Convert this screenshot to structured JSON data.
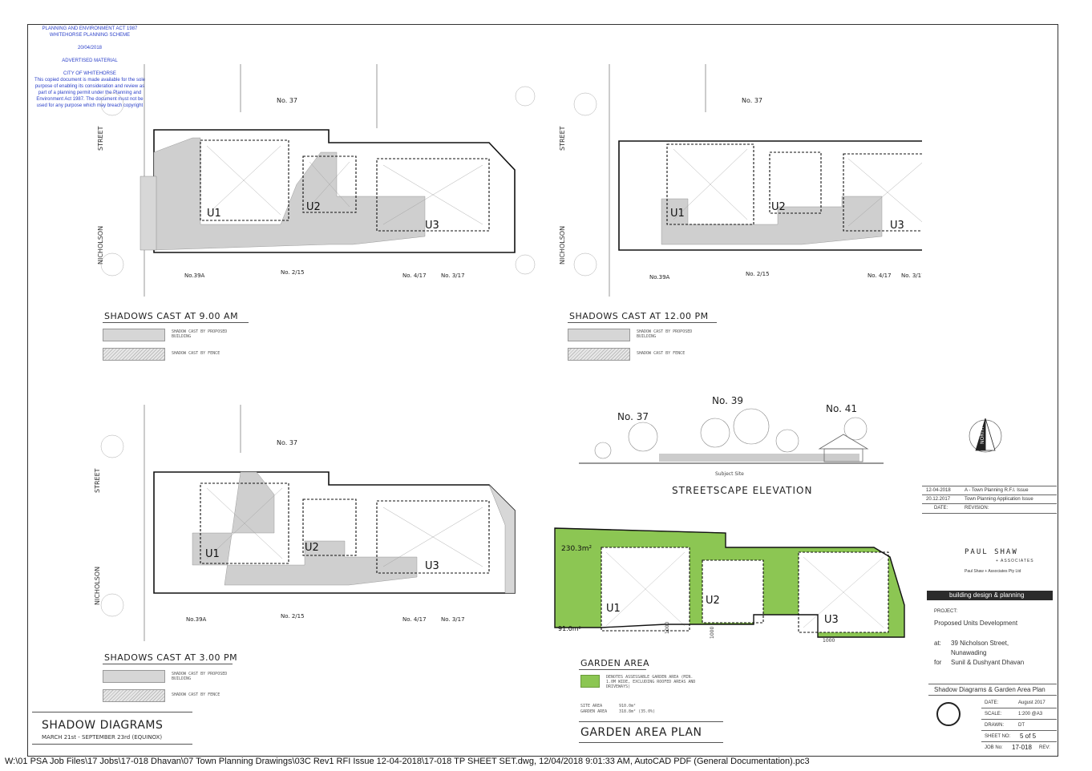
{
  "stamp": {
    "lines": [
      "PLANNING AND ENVIRONMENT ACT 1987",
      "WHITEHORSE PLANNING SCHEME",
      "",
      "20/04/2018",
      "",
      "ADVERTISED MATERIAL",
      "",
      "CITY OF WHITEHORSE",
      "This copied document is made available for the sole",
      "purpose of enabling its consideration and review as",
      "part of a planning permit under the Planning and",
      "Environment Act 1987. The document must not be",
      "used for any purpose which may breach copyright"
    ]
  },
  "plans": [
    {
      "title": "SHADOWS CAST AT 9.00 AM",
      "legend_shadow": "SHADOW CAST BY PROPOSED BUILDING",
      "legend_fence": "SHADOW CAST BY FENCE"
    },
    {
      "title": "SHADOWS CAST AT 12.00 PM",
      "legend_shadow": "SHADOW CAST BY PROPOSED BUILDING",
      "legend_fence": "SHADOW CAST BY FENCE"
    },
    {
      "title": "SHADOWS CAST AT 3.00 PM",
      "legend_shadow": "SHADOW CAST BY PROPOSED BUILDING",
      "legend_fence": "SHADOW CAST BY FENCE"
    }
  ],
  "site_labels": {
    "street_top": "STREET",
    "street_bottom": "NICHOLSON",
    "no37": "No. 37",
    "no39a": "No.39A",
    "no2_15": "No. 2/15",
    "no4_17": "No. 4/17",
    "no3_17": "No. 3/17",
    "u1": "U1",
    "u2": "U2",
    "u3": "U3"
  },
  "streetscape": {
    "title": "STREETSCAPE ELEVATION",
    "no37": "No. 37",
    "no39": "No. 39",
    "no41": "No. 41",
    "subject_site": "Subject Site"
  },
  "garden_plan": {
    "title": "GARDEN AREA PLAN",
    "area_top": "230.3m²",
    "area_bottom": "91.0m²",
    "legend_title": "GARDEN AREA",
    "legend_text": "DENOTES ASSESSABLE GARDEN AREA (MIN. 1.0M WIDE, EXCLUDING ROOFED AREAS AND DRIVEWAYS)",
    "site_area_label": "SITE AREA",
    "site_area_value": "910.0m²",
    "garden_area_label": "GARDEN AREA",
    "garden_area_value": "318.8m² (35.0%)",
    "dim_1": "1000",
    "dim_2": "1000",
    "dim_3": "1000"
  },
  "sheet_title": {
    "title": "SHADOW DIAGRAMS",
    "subtitle": "MARCH 21st - SEPTEMBER 23rd     (EQUINOX)"
  },
  "north": "NORTH",
  "revisions": [
    {
      "date": "12-04-2018",
      "desc": "A  -  Town Planning R.F.I. Issue"
    },
    {
      "date": "20.12.2017",
      "desc": "Town Planning Application Issue"
    }
  ],
  "revision_headers": {
    "date": "DATE:",
    "revision": "REVISION:"
  },
  "firm": {
    "logo": "PAUL SHAW",
    "sub": "+ ASSOCIATES",
    "company": "Paul Shaw + Associates Pty Ltd",
    "tagline": "building  design  &  planning"
  },
  "project": {
    "label": "PROJECT:",
    "name": "Proposed Units Development",
    "at_label": "at:",
    "address_1": "39 Nicholson Street,",
    "address_2": "Nunawading",
    "for_label": "for",
    "client": "Sunil & Dushyant Dhavan"
  },
  "drawing": {
    "title": "Shadow Diagrams & Garden Area Plan",
    "date_label": "DATE:",
    "date_value": "August 2017",
    "scale_label": "SCALE:",
    "scale_value": "1:200 @A3",
    "drawn_label": "DRAWN:",
    "drawn_value": "DT",
    "sheet_label": "SHEET NO:",
    "sheet_value": "5 of 5",
    "job_label": "JOB No:",
    "job_value": "17-018",
    "rev_label": "REV:"
  },
  "footer_path": "W:\\01 PSA Job Files\\17 Jobs\\17-018 Dhavan\\07 Town Planning Drawings\\03C Rev1 RFI Issue 12-04-2018\\17-018 TP SHEET SET.dwg, 12/04/2018 9:01:33 AM, AutoCAD PDF (General Documentation).pc3",
  "colors": {
    "shadow": "#cfcfcf",
    "garden": "#8cc653",
    "stamp": "#2a3fc8",
    "line": "#333333"
  }
}
